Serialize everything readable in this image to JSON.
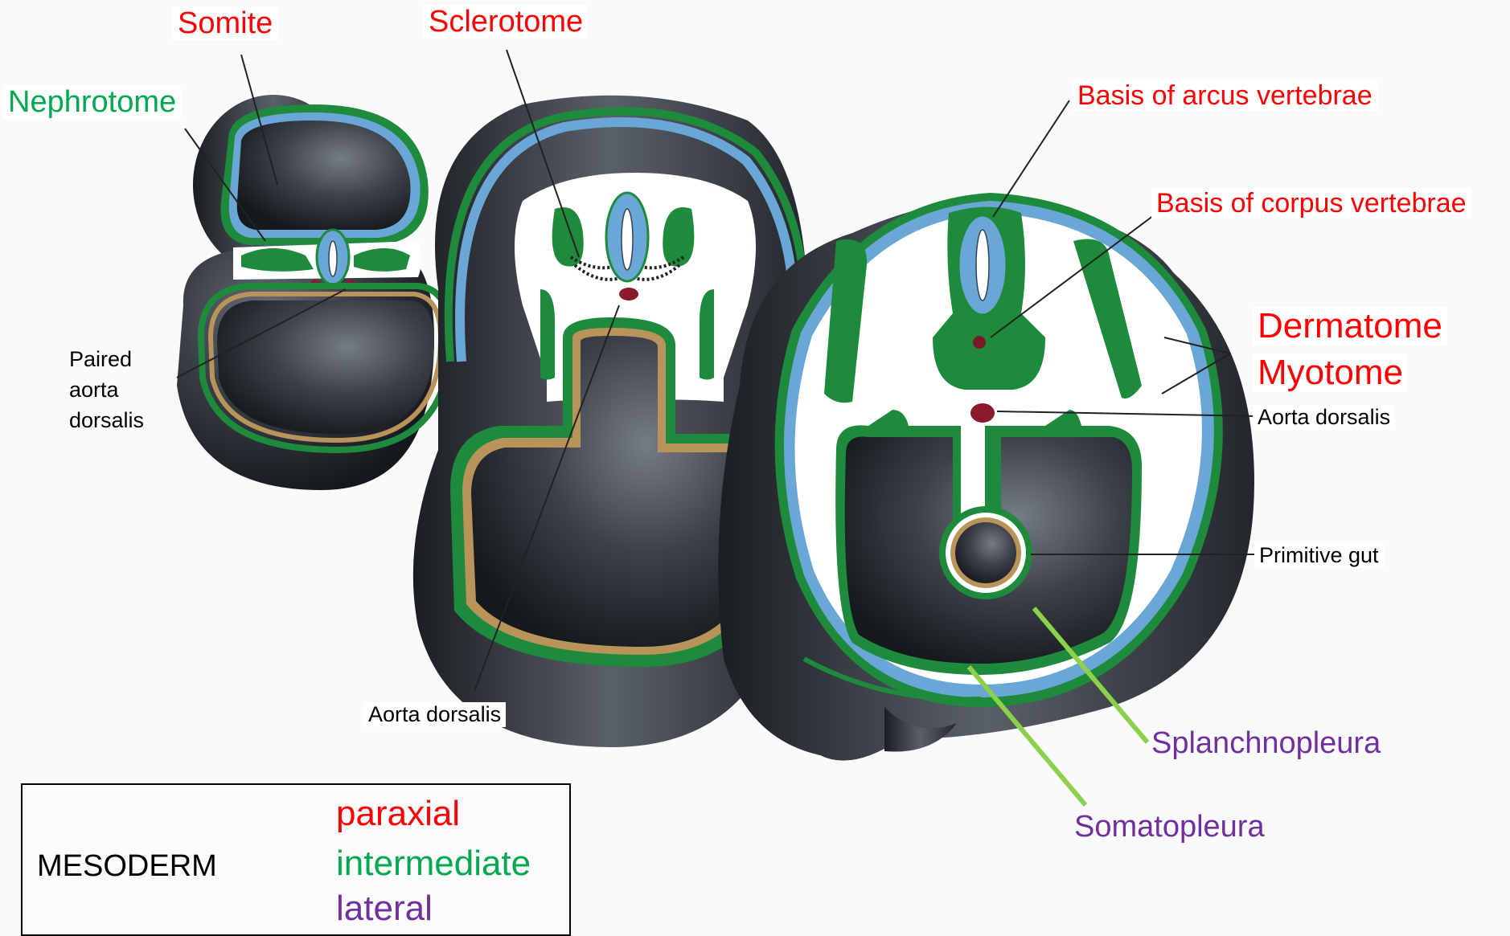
{
  "labels": {
    "somite": "Somite",
    "sclerotome": "Sclerotome",
    "nephrotome": "Nephrotome",
    "basis_arcus": "Basis of arcus vertebrae",
    "basis_corpus": "Basis of corpus vertebrae",
    "dermatome": "Dermatome",
    "myotome": "Myotome",
    "aorta_dorsalis_right": "Aorta dorsalis",
    "primitive_gut": "Primitive gut",
    "paired_aorta": [
      "Paired",
      "aorta",
      "dorsalis"
    ],
    "aorta_dorsalis_bottom": "Aorta dorsalis",
    "splanchnopleura": "Splanchnopleura",
    "somatopleura": "Somatopleura"
  },
  "legend": {
    "title": "MESODERM",
    "items": [
      {
        "label": "paraxial",
        "color": "#ff0000"
      },
      {
        "label": "intermediate",
        "color": "#00a84f"
      },
      {
        "label": "lateral",
        "color": "#7030a0"
      }
    ]
  },
  "colors": {
    "mesoderm_green": "#1e8a3c",
    "ectoderm_blue": "#6aa6d6",
    "endoderm_tan": "#b8935a",
    "body_dark": "#2b2f36",
    "aorta": "#8b1a2b",
    "leader_green": "#8cd14b"
  }
}
